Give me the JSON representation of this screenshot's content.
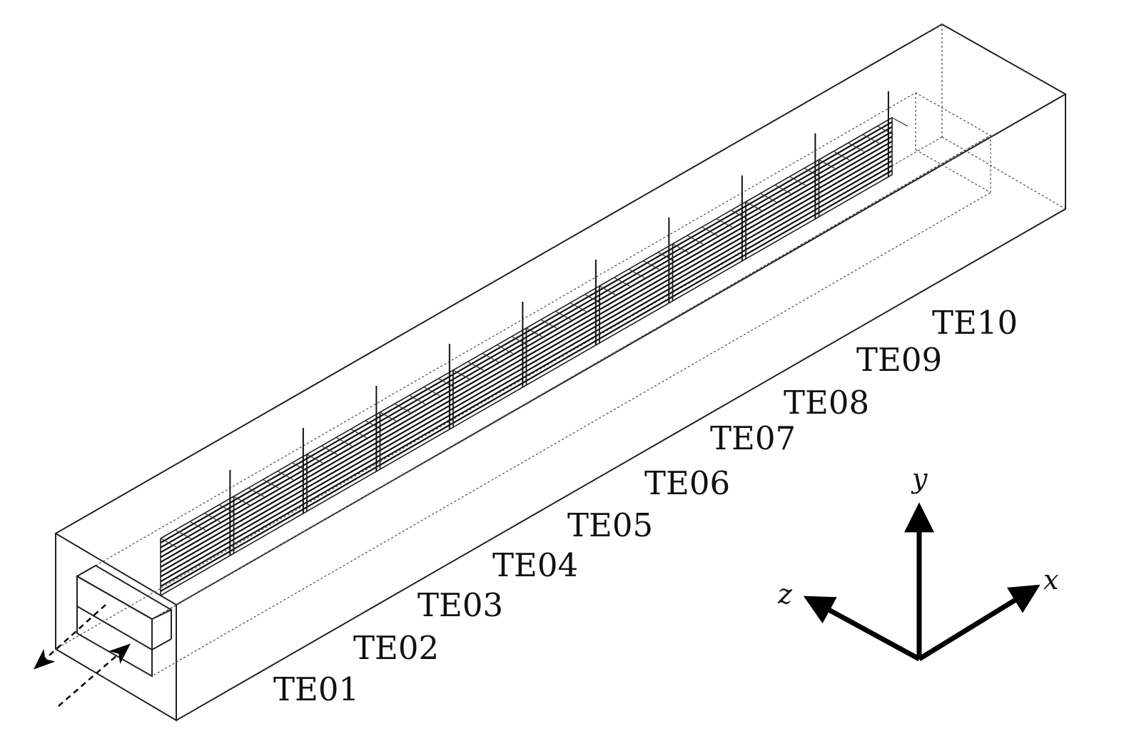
{
  "labels": {
    "te": [
      "TE01",
      "TE02",
      "TE03",
      "TE04",
      "TE05",
      "TE06",
      "TE07",
      "TE08",
      "TE09",
      "TE10"
    ]
  },
  "axes": {
    "x": "x",
    "y": "y",
    "z": "z"
  },
  "colors": {
    "line": "#222222",
    "background": "#ffffff"
  }
}
